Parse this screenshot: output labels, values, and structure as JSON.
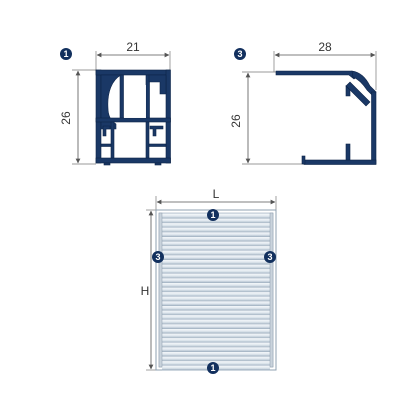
{
  "colors": {
    "profile_fill": "#1a3866",
    "profile_outline": "#0d2347",
    "dim_line": "#555555",
    "marker_bg": "#12305e",
    "slat_light": "#eef3f7",
    "slat_dark": "#b8c6d3"
  },
  "profile_1": {
    "marker": "1",
    "width_label": "21",
    "height_label": "26"
  },
  "profile_3": {
    "marker": "3",
    "width_label": "28",
    "height_label": "26"
  },
  "screen": {
    "width_label": "L",
    "height_label": "H",
    "marker_top": "1",
    "marker_bottom": "1",
    "marker_left": "3",
    "marker_right": "3"
  }
}
